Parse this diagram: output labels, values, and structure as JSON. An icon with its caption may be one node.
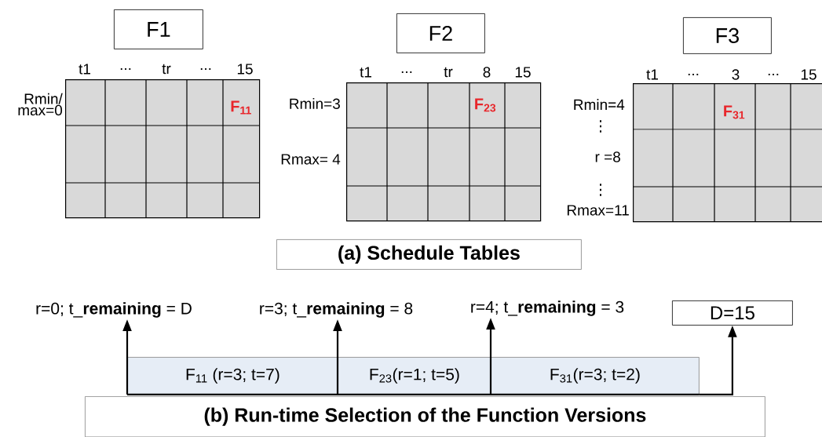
{
  "diagram": {
    "nodes": [
      {
        "text": [
          "F1"
        ]
      },
      {
        "text": [
          "F$_{11}$"
        ]
      },
      {
        "text": [
          "F2"
        ]
      },
      {
        "text": [
          "F$_{23}$"
        ]
      },
      {
        "text": [
          "F3"
        ]
      },
      {
        "text": [
          "F$_{31}$"
        ]
      },
      {
        "text": [
          "(a) Schedule Tables"
        ]
      },
      {
        "text": [
          "r=0; t_**remaining** = D"
        ]
      },
      {
        "text": [
          "r=3; t_**remaining** = 8"
        ]
      },
      {
        "text": [
          "r=4; t_**remaining** = 3"
        ]
      },
      {
        "text": [
          "D=15"
        ]
      },
      {
        "text": [
          "F$_{11}$ (r=3; t=7)"
        ]
      },
      {
        "text": [
          "F$_{23}$(r=1; t=5)"
        ]
      },
      {
        "text": [
          "F$_{31}$(r=3; t=2)"
        ]
      },
      {
        "text": [
          "(b) Run-time Selection of the Function Versions"
        ]
      }
    ],
    "edges": [
      {
        "from": 11,
        "to": 7,
        "arrow": "to"
      },
      {
        "from": 12,
        "to": 8,
        "arrow": "to"
      },
      {
        "from": 13,
        "to": 9,
        "arrow": "to"
      },
      {
        "from": 13,
        "to": 10,
        "arrow": "to"
      }
    ],
    "labels": [
      "t1",
      "...",
      "tr",
      "...",
      "15",
      "Rmin/ max=0",
      "t1",
      "...",
      "tr",
      "8",
      "15",
      "Rmin=3",
      "Rmax= 4",
      "t1",
      "...",
      "3",
      "...",
      "15",
      "Rmin=4",
      "⋮",
      "r =8",
      "⋮",
      "Rmax=11"
    ]
  }
}
